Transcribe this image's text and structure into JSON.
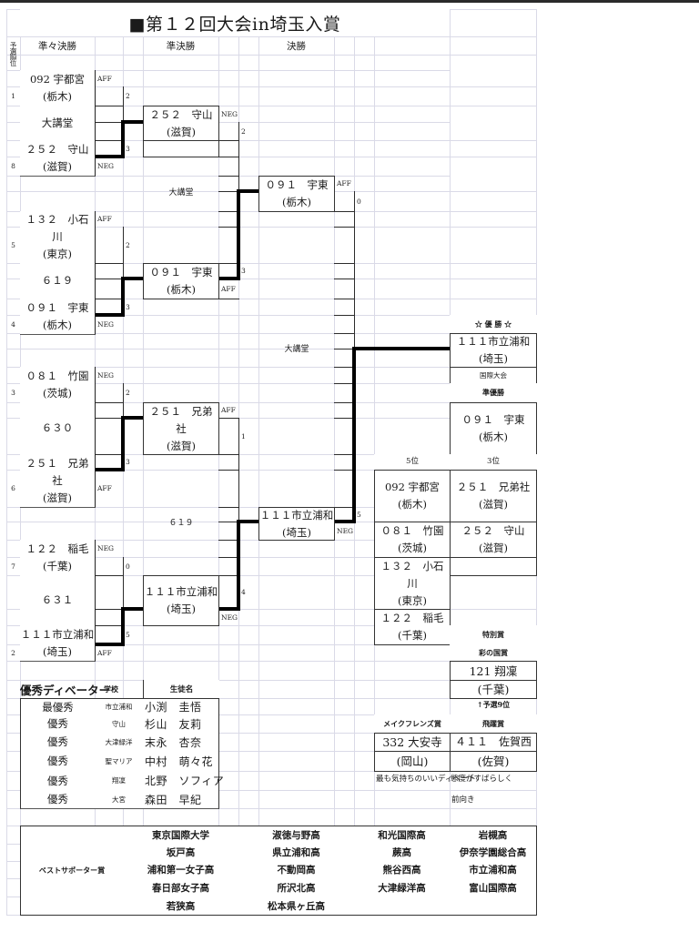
{
  "title": "■第１２回大会in埼玉入賞",
  "headers": {
    "seed": "予選順位",
    "quarterfinal": "準々決勝",
    "semifinal": "準決勝",
    "final": "決勝"
  },
  "quarterfinals": [
    {
      "t1": {
        "l1": "092 宇都宮",
        "l2": "(栃木)",
        "seed": "1",
        "side": "AFF",
        "score": "2"
      },
      "venue": "大講堂",
      "t2": {
        "l1": "２５２　守山",
        "l2": "(滋賀)",
        "seed": "8",
        "side": "NEG",
        "score": "3"
      }
    },
    {
      "t1": {
        "l1": "１３２　小石",
        "l2": "川",
        "l3": "(東京)",
        "seed": "5",
        "side": "AFF",
        "score": "2"
      },
      "venue": "６１９",
      "t2": {
        "l1": "０９１　宇東",
        "l2": "(栃木)",
        "seed": "4",
        "side": "NEG",
        "score": "3"
      }
    },
    {
      "t1": {
        "l1": "０８１　竹園",
        "l2": "(茨城)",
        "seed": "3",
        "side": "NEG",
        "score": "2"
      },
      "venue": "６３０",
      "t2": {
        "l1": "２５１　兄弟",
        "l2": "社",
        "l3": "(滋賀)",
        "seed": "6",
        "side": "AFF",
        "score": "3"
      }
    },
    {
      "t1": {
        "l1": "１２２　稲毛",
        "l2": "(千葉)",
        "seed": "7",
        "side": "NEG",
        "score": "0"
      },
      "venue": "６３１",
      "t2": {
        "l1": "１１１市立浦和",
        "l2": "(埼玉)",
        "seed": "2",
        "side": "AFF",
        "score": "5"
      }
    }
  ],
  "semifinals": [
    {
      "t1": {
        "l1": "２５２　守山",
        "l2": "(滋賀)",
        "side": "NEG",
        "score": "2"
      },
      "venue": "大講堂",
      "t2": {
        "l1": "０９１　宇東",
        "l2": "(栃木)",
        "side": "AFF",
        "score": "3"
      }
    },
    {
      "t1": {
        "l1": "２５１　兄弟",
        "l2": "社",
        "l3": "(滋賀)",
        "side": "AFF",
        "score": "1"
      },
      "venue": "６１９",
      "t2": {
        "l1": "１１１市立浦和",
        "l2": "(埼玉)",
        "side": "NEG",
        "score": "4"
      }
    }
  ],
  "final": {
    "t1": {
      "l1": "０９１　宇東",
      "l2": "(栃木)",
      "side": "AFF",
      "score": "0"
    },
    "venue": "大講堂",
    "t2": {
      "l1": "１１１市立浦和",
      "l2": "(埼玉)",
      "side": "NEG",
      "score": "5"
    }
  },
  "results": {
    "champion_label": "☆ 優 勝 ☆",
    "champion": {
      "l1": "１１１市立浦和",
      "l2": "(埼玉)"
    },
    "champion_note": "国際大会",
    "runner_up_label": "準優勝",
    "runner_up": {
      "l1": "０９１　宇東",
      "l2": "(栃木)"
    },
    "third_label": "3位",
    "third": [
      {
        "l1": "２５１　兄弟社",
        "l2": "(滋賀)"
      },
      {
        "l1": "２５２　守山",
        "l2": "(滋賀)"
      }
    ],
    "fifth_label": "5位",
    "fifth": [
      {
        "l1": "092 宇都宮",
        "l2": "(栃木)"
      },
      {
        "l1": "０８１　竹園",
        "l2": "(茨城)"
      },
      {
        "l1": "１３２　小石",
        "l2": "川",
        "l3": "(東京)"
      },
      {
        "l1": "１２２　稲毛",
        "l2": "(千葉)"
      }
    ],
    "special_label": "特別賞",
    "saitama_award": {
      "label": "彩の国賞",
      "l1": "121 翔凜",
      "l2": "(千葉)",
      "note": "↑予選9位"
    },
    "make_friends_award": {
      "label": "メイクフレンズ賞",
      "l1": "332 大安寺",
      "l2": "(岡山)",
      "note": "最も気持ちのいいディベート"
    },
    "leap_award": {
      "label": "飛躍賞",
      "l1": "４１１　佐賀西",
      "l2": "(佐賀)",
      "note_l1": "態度がすばらしく",
      "note_l2": "前向き"
    }
  },
  "debaters": {
    "title": "優秀ディベーター",
    "school_header": "学校",
    "name_header": "生徒名",
    "rows": [
      {
        "award": "最優秀",
        "school": "市立浦和",
        "name": "小渕　圭悟"
      },
      {
        "award": "優秀",
        "school": "守山",
        "name": "杉山　友莉"
      },
      {
        "award": "優秀",
        "school": "大津緑洋",
        "name": "末永　杏奈"
      },
      {
        "award": "優秀",
        "school": "聖マリア",
        "name": "中村　萌々花"
      },
      {
        "award": "優秀",
        "school": "翔凜",
        "name": "北野　ソフィア"
      },
      {
        "award": "優秀",
        "school": "大宮",
        "name": "森田　早紀"
      }
    ]
  },
  "supporters": {
    "label": "ベストサポーター賞",
    "rows": [
      [
        "東京国際大学",
        "淑徳与野高",
        "和光国際高",
        "岩槻高"
      ],
      [
        "坂戸高",
        "県立浦和高",
        "蕨高",
        "伊奈学園総合高"
      ],
      [
        "浦和第一女子高",
        "不動岡高",
        "熊谷西高",
        "市立浦和高"
      ],
      [
        "春日部女子高",
        "所沢北高",
        "大津緑洋高",
        "富山国際高"
      ],
      [
        "若狭高",
        "松本県ヶ丘高",
        "",
        ""
      ]
    ]
  }
}
